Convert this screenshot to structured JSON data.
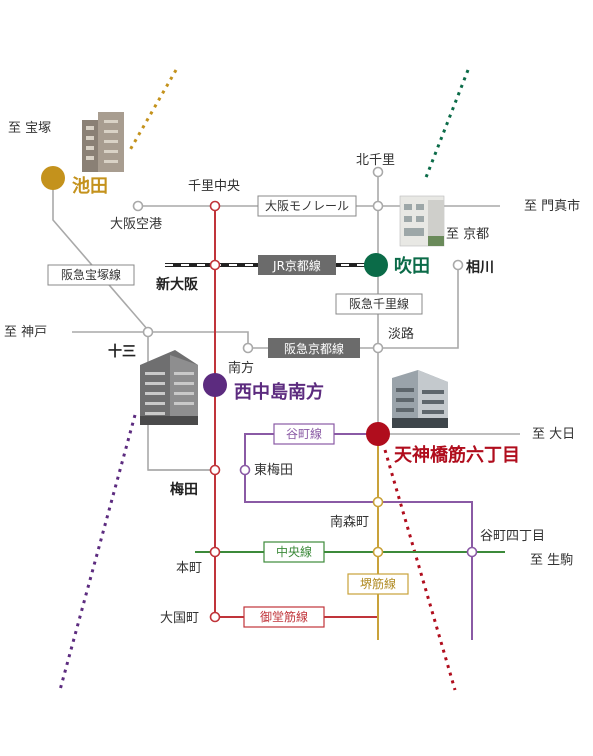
{
  "colors": {
    "grey_line": "#a9a9a9",
    "red_midosuji": "#c0343a",
    "purple_tanimachi": "#8a5aa5",
    "green_chuo": "#3c8a3a",
    "gold_sakaisuji": "#c9a23a",
    "ikeda": "#c4921c",
    "suita": "#0b6b48",
    "nishinakajima": "#5c2b7f",
    "tenjinbashi": "#b00d1d",
    "jr_box": "#6b6b6b"
  },
  "destinations": {
    "takarazuka": "至 宝塚",
    "kadoma": "至 門真市",
    "kyoto": "至 京都",
    "kobe": "至 神戸",
    "osaka_daigaku": "至 大日",
    "ikoma": "至 生駒"
  },
  "featured": {
    "ikeda": "池田",
    "suita": "吹田",
    "nishinakajima": "西中島南方",
    "tenjinbashi": "天神橋筋六丁目"
  },
  "stations": {
    "kitasenri": "北千里",
    "senrichuo": "千里中央",
    "osaka_airport": "大阪空港",
    "shinosaka": "新大阪",
    "aikawa": "相川",
    "juso": "十三",
    "awaji": "淡路",
    "minamikata": "南方",
    "higashiumeda": "東梅田",
    "umeda": "梅田",
    "minamimorimachi": "南森町",
    "tanimachi4": "谷町四丁目",
    "honmachi": "本町",
    "daikokucho": "大国町"
  },
  "lines": {
    "monorail": "大阪モノレール",
    "jr_kyoto": "JR京都線",
    "hankyu_takarazuka": "阪急宝塚線",
    "hankyu_senri": "阪急千里線",
    "hankyu_kyoto": "阪急京都線",
    "tanimachi": "谷町線",
    "chuo": "中央線",
    "sakaisuji": "堺筋線",
    "midosuji": "御堂筋線"
  }
}
